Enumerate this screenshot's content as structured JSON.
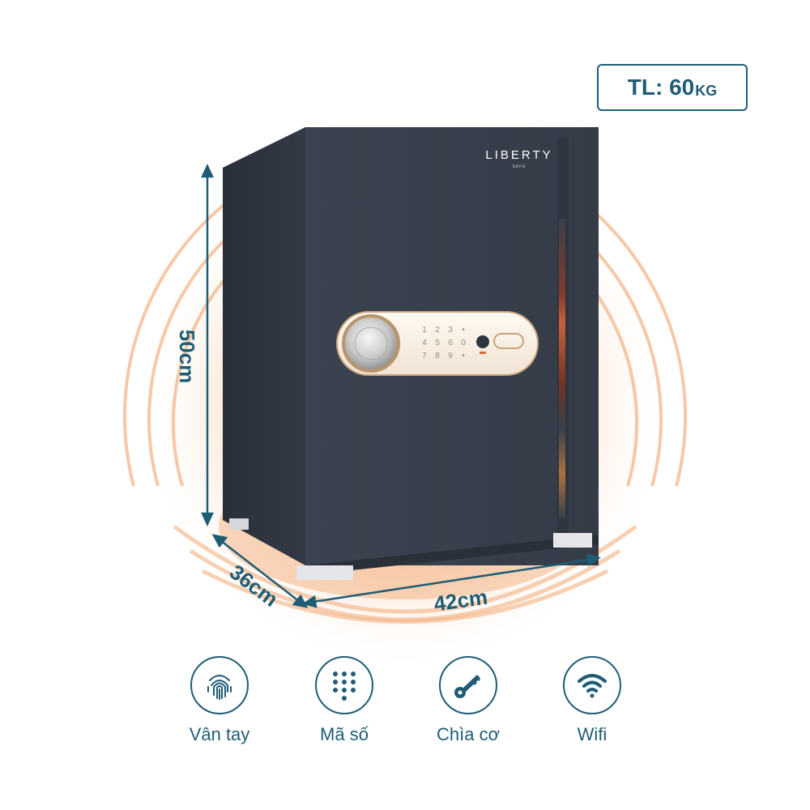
{
  "weight": {
    "prefix": "TL: 60",
    "unit": "KG"
  },
  "dimensions": {
    "height": "50cm",
    "depth": "36cm",
    "width": "42cm"
  },
  "brand": {
    "name": "LIBERTY",
    "sub": "SAFE"
  },
  "keypad": [
    "1",
    "2",
    "3",
    "•",
    "4",
    "5",
    "6",
    "0",
    "7",
    "8",
    "9",
    "•"
  ],
  "features": [
    {
      "label": "Vân tay",
      "icon": "fingerprint-icon"
    },
    {
      "label": "Mã số",
      "icon": "keypad-icon"
    },
    {
      "label": "Chìa cơ",
      "icon": "key-icon"
    },
    {
      "label": "Wifi",
      "icon": "wifi-icon"
    }
  ],
  "colors": {
    "accent": "#1f5d75",
    "safe_body": "#3a414d",
    "safe_side": "#2e343e",
    "glow": "#f3a36b"
  }
}
